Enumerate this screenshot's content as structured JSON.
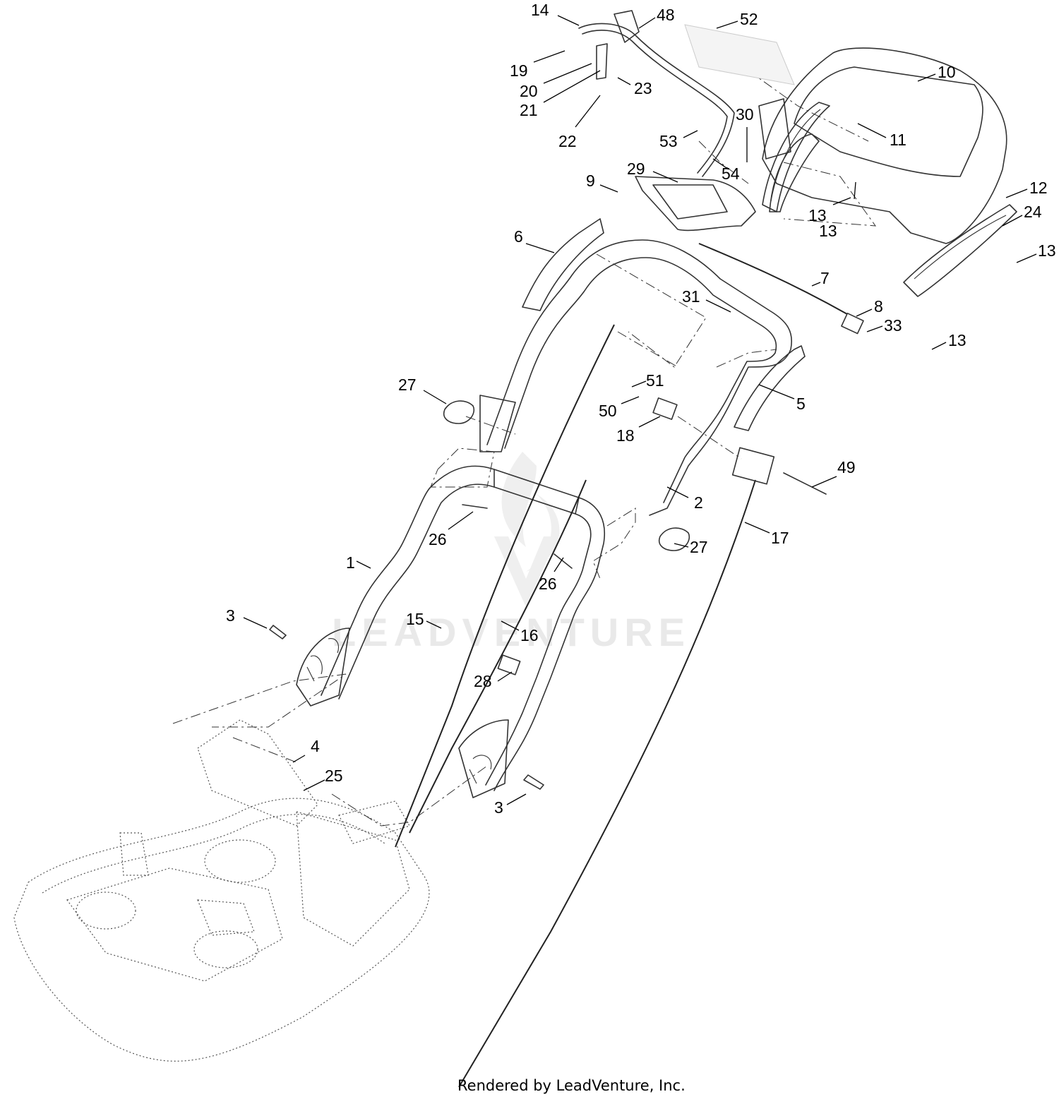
{
  "watermark": "LEADVENTURE",
  "footer": "Rendered by LeadVenture, Inc.",
  "callouts": [
    "1",
    "2",
    "3",
    "3",
    "4",
    "5",
    "6",
    "7",
    "8",
    "9",
    "10",
    "11",
    "12",
    "13",
    "13",
    "13",
    "13",
    "14",
    "15",
    "16",
    "17",
    "18",
    "19",
    "20",
    "21",
    "22",
    "23",
    "24",
    "25",
    "26",
    "26",
    "27",
    "27",
    "28",
    "29",
    "30",
    "31",
    "33",
    "48",
    "49",
    "50",
    "51",
    "52",
    "53",
    "54"
  ]
}
